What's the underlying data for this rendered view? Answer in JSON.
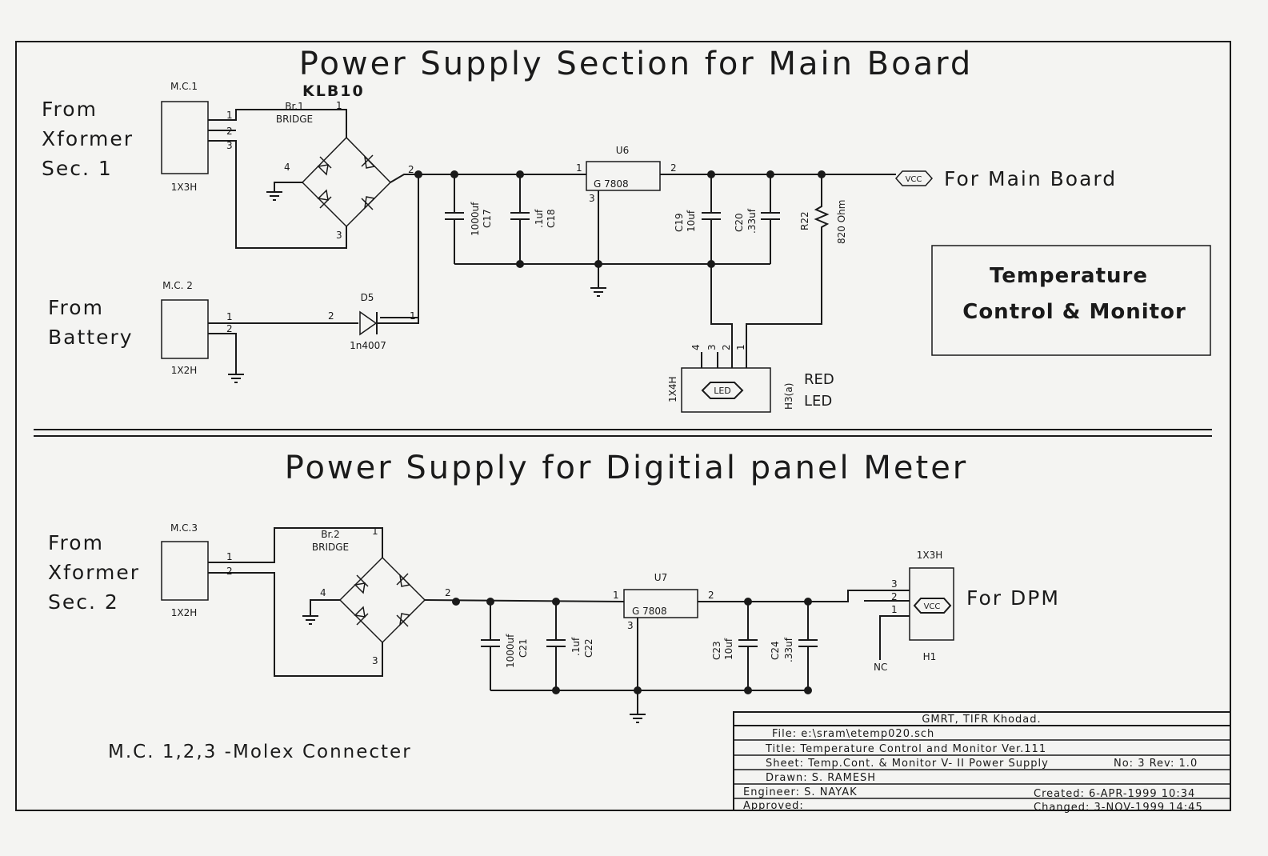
{
  "top": {
    "title": "Power Supply Section for Main Board",
    "source1": [
      "From",
      "Xformer",
      "Sec. 1"
    ],
    "mc1": {
      "name": "M.C.1",
      "type": "1X3H",
      "pins": [
        "1",
        "2",
        "3"
      ]
    },
    "bridge1": {
      "part": "KLB10",
      "ref": "Br.1",
      "name": "BRIDGE",
      "pins": [
        "1",
        "2",
        "3",
        "4"
      ]
    },
    "c17": {
      "ref": "C17",
      "value": "1000uf"
    },
    "c18": {
      "ref": "C18",
      "value": ".1uf"
    },
    "u6": {
      "ref": "U6",
      "part": "G 7808",
      "pins": [
        "1",
        "2",
        "3"
      ]
    },
    "c19": {
      "ref": "C19",
      "value": "10uf"
    },
    "c20": {
      "ref": "C20",
      "value": ".33uf"
    },
    "r22": {
      "ref": "R22",
      "value": "820 Ohm"
    },
    "vcc": "VCC",
    "vcc_dest": "For Main Board",
    "source2": [
      "From",
      "Battery"
    ],
    "mc2": {
      "name": "M.C. 2",
      "type": "1X2H",
      "pins": [
        "1",
        "2"
      ]
    },
    "d5": {
      "ref": "D5",
      "part": "1n4007",
      "pins": [
        "2",
        "1"
      ]
    },
    "led": {
      "type": "1X4H",
      "symbol": "LED",
      "ref": "H3(a)",
      "desc": [
        "RED",
        "LED"
      ],
      "pins": [
        "4",
        "3",
        "2",
        "1"
      ]
    },
    "box": [
      "Temperature",
      "Control & Monitor"
    ]
  },
  "bottom": {
    "title": "Power Supply for Digitial panel Meter",
    "source": [
      "From",
      "Xformer",
      "Sec. 2"
    ],
    "mc3": {
      "name": "M.C.3",
      "type": "1X2H",
      "pins": [
        "1",
        "2"
      ]
    },
    "bridge2": {
      "ref": "Br.2",
      "name": "BRIDGE",
      "pins": [
        "1",
        "2",
        "3",
        "4"
      ]
    },
    "c21": {
      "ref": "C21",
      "value": "1000uf"
    },
    "c22": {
      "ref": "C22",
      "value": ".1uf"
    },
    "u7": {
      "ref": "U7",
      "part": "G 7808",
      "pins": [
        "1",
        "2",
        "3"
      ]
    },
    "c23": {
      "ref": "C23",
      "value": "10uf"
    },
    "c24": {
      "ref": "C24",
      "value": ".33uf"
    },
    "h1": {
      "type": "1X3H",
      "ref": "H1",
      "pins": [
        "3",
        "2",
        "1"
      ]
    },
    "vcc": "VCC",
    "vcc_dest": "For DPM",
    "nc": "NC",
    "note": "M.C. 1,2,3 -Molex Connecter"
  },
  "title_block": {
    "org": "GMRT, TIFR Khodad.",
    "file": "File: e:\\sram\\etemp020.sch",
    "title": "Title: Temperature Control and Monitor Ver.111",
    "sheet": "Sheet: Temp.Cont. & Monitor V- II Power Supply",
    "sheet_no": "No: 3 Rev: 1.0",
    "drawn": "Drawn: S. RAMESH",
    "engineer": "Engineer: S. NAYAK",
    "created": "Created:  6-APR-1999 10:34",
    "approved": "Approved:",
    "changed": "Changed:  3-NOV-1999 14:45"
  }
}
